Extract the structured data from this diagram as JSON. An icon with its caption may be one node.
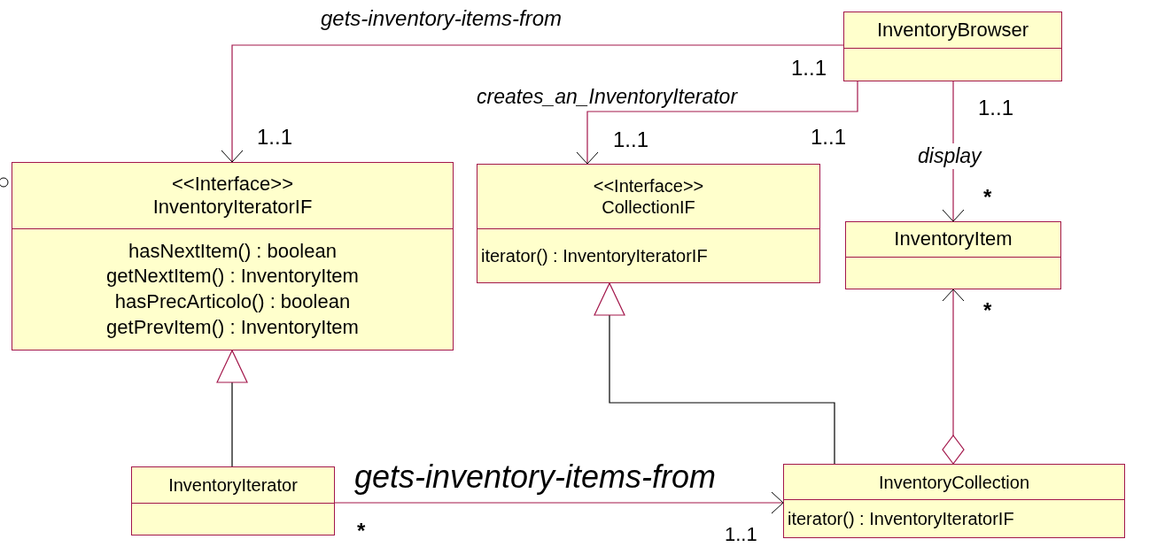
{
  "diagram": {
    "nodes": [
      {
        "text": [
          "InventoryBrowser"
        ]
      },
      {
        "text": [
          "<<Interface>>",
          "InventoryIteratorIF",
          "hasNextItem() : boolean",
          "getNextItem() : InventoryItem",
          "hasPrecArticolo() : boolean",
          "getPrevItem() : InventoryItem"
        ]
      },
      {
        "text": [
          "<<Interface>>",
          "CollectionIF",
          "iterator() : InventoryIteratorIF"
        ]
      },
      {
        "text": [
          "InventoryItem"
        ]
      },
      {
        "text": [
          "InventoryIterator"
        ]
      },
      {
        "text": [
          "InventoryCollection",
          "iterator() : InventoryIteratorIF"
        ]
      }
    ],
    "edges": [
      {
        "from": 0,
        "to": 1,
        "arrow": "to",
        "label": "gets-inventory-items-from"
      },
      {
        "from": 0,
        "to": 2,
        "arrow": "to",
        "label": "creates_an_InventoryIterator"
      },
      {
        "from": 0,
        "to": 3,
        "arrow": "to",
        "label": "display"
      },
      {
        "from": 4,
        "to": 1,
        "arrow": "to",
        "color": "#000000"
      },
      {
        "from": 5,
        "to": 2,
        "arrow": "to",
        "color": "#000000"
      },
      {
        "from": 4,
        "to": 5,
        "arrow": "to",
        "label": "gets-inventory-items-from"
      },
      {
        "from": 5,
        "to": 3,
        "arrow": "to"
      }
    ],
    "labels": [
      "1..1",
      "1..1",
      "1..1",
      "1..1",
      "1..1",
      "*",
      "*",
      "*",
      "1..1"
    ]
  }
}
